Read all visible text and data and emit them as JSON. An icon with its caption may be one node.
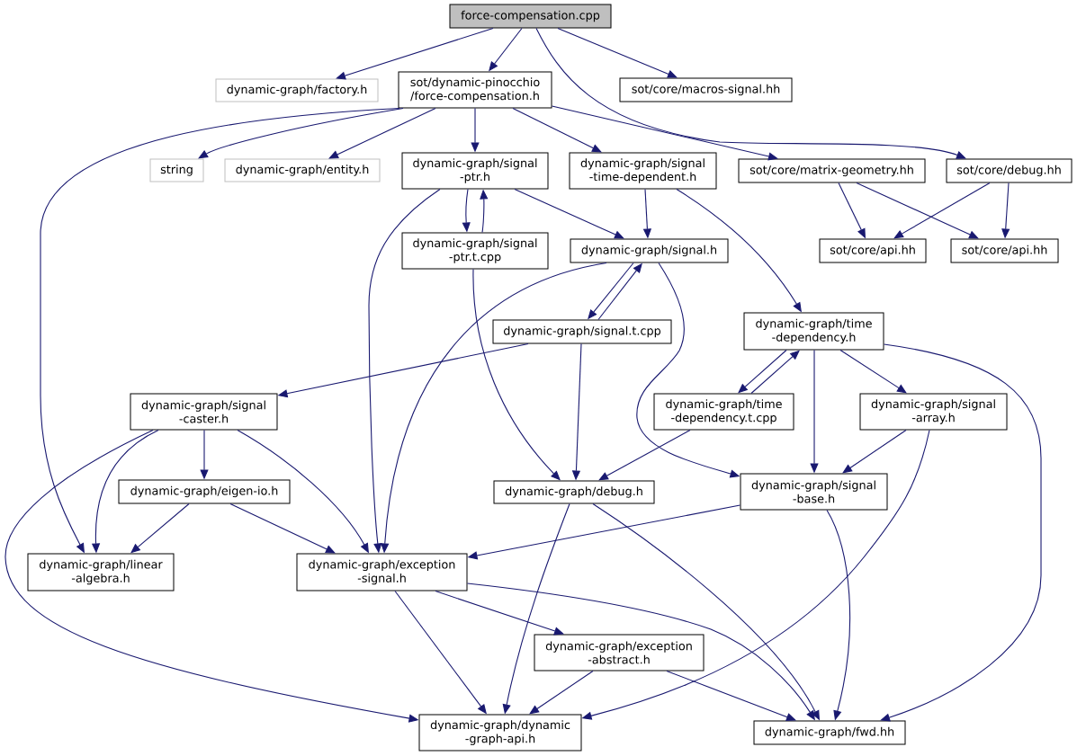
{
  "diagram": {
    "nodes": [
      {
        "text": [
          "force-compensation.cpp"
        ]
      },
      {
        "text": [
          "dynamic-graph/factory.h"
        ]
      },
      {
        "text": [
          "sot/dynamic-pinocchio /force-compensation.h"
        ]
      },
      {
        "text": [
          "sot/core/macros-signal.hh"
        ]
      },
      {
        "text": [
          "string"
        ]
      },
      {
        "text": [
          "dynamic-graph/entity.h"
        ]
      },
      {
        "text": [
          "dynamic-graph/signal -ptr.h"
        ]
      },
      {
        "text": [
          "dynamic-graph/signal -time-dependent.h"
        ]
      },
      {
        "text": [
          "sot/core/matrix-geometry.hh"
        ]
      },
      {
        "text": [
          "sot/core/debug.hh"
        ]
      },
      {
        "text": [
          "dynamic-graph/signal -ptr.t.cpp"
        ]
      },
      {
        "text": [
          "dynamic-graph/signal.h"
        ]
      },
      {
        "text": [
          "sot/core/api.hh"
        ]
      },
      {
        "text": [
          "sot/core/api.hh"
        ]
      },
      {
        "text": [
          "dynamic-graph/signal.t.cpp"
        ]
      },
      {
        "text": [
          "dynamic-graph/time -dependency.h"
        ]
      },
      {
        "text": [
          "dynamic-graph/signal -caster.h"
        ]
      },
      {
        "text": [
          "dynamic-graph/time -dependency.t.cpp"
        ]
      },
      {
        "text": [
          "dynamic-graph/signal -array.h"
        ]
      },
      {
        "text": [
          "dynamic-graph/eigen-io.h"
        ]
      },
      {
        "text": [
          "dynamic-graph/debug.h"
        ]
      },
      {
        "text": [
          "dynamic-graph/signal -base.h"
        ]
      },
      {
        "text": [
          "dynamic-graph/linear -algebra.h"
        ]
      },
      {
        "text": [
          "dynamic-graph/exception -signal.h"
        ]
      },
      {
        "text": [
          "dynamic-graph/exception -abstract.h"
        ]
      },
      {
        "text": [
          "dynamic-graph/dynamic -graph-api.h"
        ]
      },
      {
        "text": [
          "dynamic-graph/fwd.hh"
        ]
      }
    ],
    "edges": [
      {
        "from": 0,
        "to": 1,
        "arrow": "to"
      },
      {
        "from": 0,
        "to": 2,
        "arrow": "to"
      },
      {
        "from": 0,
        "to": 3,
        "arrow": "to"
      },
      {
        "from": 0,
        "to": 9,
        "arrow": "to"
      },
      {
        "from": 2,
        "to": 22,
        "arrow": "to"
      },
      {
        "from": 2,
        "to": 4,
        "arrow": "to"
      },
      {
        "from": 2,
        "to": 5,
        "arrow": "to"
      },
      {
        "from": 2,
        "to": 6,
        "arrow": "to"
      },
      {
        "from": 2,
        "to": 7,
        "arrow": "to"
      },
      {
        "from": 2,
        "to": 8,
        "arrow": "to"
      },
      {
        "from": 6,
        "to": 10,
        "arrow": "to"
      },
      {
        "from": 6,
        "to": 11,
        "arrow": "to"
      },
      {
        "from": 6,
        "to": 23,
        "arrow": "to"
      },
      {
        "from": 7,
        "to": 11,
        "arrow": "to"
      },
      {
        "from": 7,
        "to": 15,
        "arrow": "to"
      },
      {
        "from": 8,
        "to": 12,
        "arrow": "to"
      },
      {
        "from": 8,
        "to": 13,
        "arrow": "to"
      },
      {
        "from": 9,
        "to": 12,
        "arrow": "to"
      },
      {
        "from": 9,
        "to": 13,
        "arrow": "to"
      },
      {
        "from": 10,
        "to": 6,
        "arrow": "to"
      },
      {
        "from": 10,
        "to": 20,
        "arrow": "to"
      },
      {
        "from": 11,
        "to": 14,
        "arrow": "to"
      },
      {
        "from": 11,
        "to": 23,
        "arrow": "to"
      },
      {
        "from": 11,
        "to": 21,
        "arrow": "to"
      },
      {
        "from": 14,
        "to": 11,
        "arrow": "to"
      },
      {
        "from": 14,
        "to": 16,
        "arrow": "to"
      },
      {
        "from": 14,
        "to": 20,
        "arrow": "to"
      },
      {
        "from": 15,
        "to": 17,
        "arrow": "to"
      },
      {
        "from": 15,
        "to": 21,
        "arrow": "to"
      },
      {
        "from": 15,
        "to": 18,
        "arrow": "to"
      },
      {
        "from": 15,
        "to": 26,
        "arrow": "to"
      },
      {
        "from": 16,
        "to": 22,
        "arrow": "to"
      },
      {
        "from": 16,
        "to": 19,
        "arrow": "to"
      },
      {
        "from": 16,
        "to": 23,
        "arrow": "to"
      },
      {
        "from": 16,
        "to": 25,
        "arrow": "to"
      },
      {
        "from": 17,
        "to": 15,
        "arrow": "to"
      },
      {
        "from": 17,
        "to": 20,
        "arrow": "to"
      },
      {
        "from": 18,
        "to": 21,
        "arrow": "to"
      },
      {
        "from": 18,
        "to": 25,
        "arrow": "to"
      },
      {
        "from": 19,
        "to": 22,
        "arrow": "to"
      },
      {
        "from": 19,
        "to": 23,
        "arrow": "to"
      },
      {
        "from": 20,
        "to": 25,
        "arrow": "to"
      },
      {
        "from": 20,
        "to": 26,
        "arrow": "to"
      },
      {
        "from": 21,
        "to": 23,
        "arrow": "to"
      },
      {
        "from": 21,
        "to": 26,
        "arrow": "to"
      },
      {
        "from": 23,
        "to": 25,
        "arrow": "to"
      },
      {
        "from": 23,
        "to": 24,
        "arrow": "to"
      },
      {
        "from": 23,
        "to": 26,
        "arrow": "to"
      },
      {
        "from": 24,
        "to": 25,
        "arrow": "to"
      },
      {
        "from": 24,
        "to": 26,
        "arrow": "to"
      }
    ]
  }
}
